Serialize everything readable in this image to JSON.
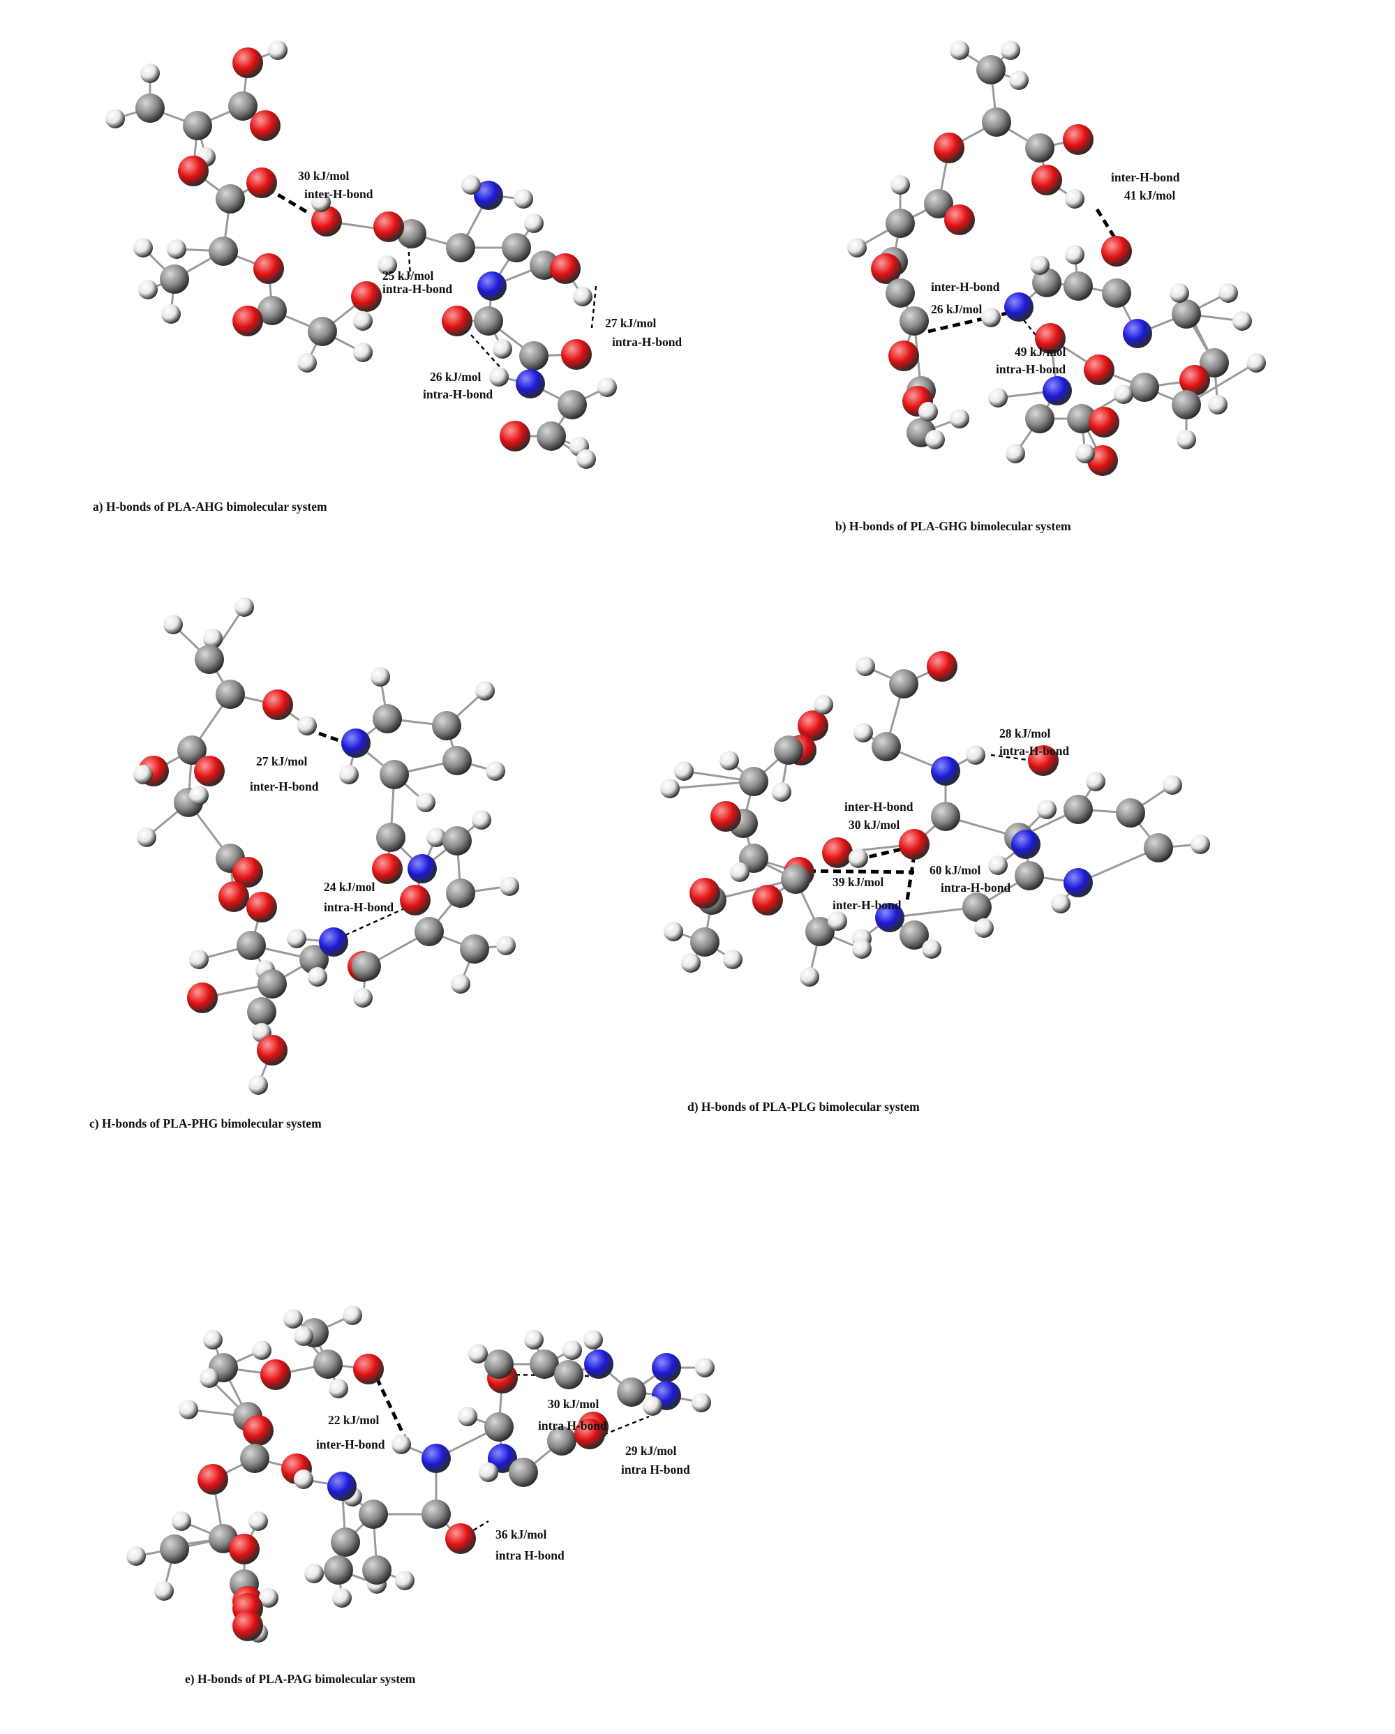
{
  "colors": {
    "carbon": "#8a8a8a",
    "oxygen": "#e01010",
    "nitrogen": "#1a1ad6",
    "hydrogen": "#e6e6e6",
    "hbond": "#000000"
  },
  "panels": [
    {
      "id": "a",
      "caption": "a)  H-bonds of PLA-AHG bimolecular system",
      "labels": [
        [
          "30 kJ/mol",
          "inter-H-bond"
        ],
        [
          "25 kJ/mol",
          "intra-H-bond"
        ],
        [
          "27 kJ/mol",
          "intra-H-bond"
        ],
        [
          "26 kJ/mol",
          "intra-H-bond"
        ]
      ]
    },
    {
      "id": "b",
      "caption": "b)  H-bonds of PLA-GHG bimolecular system",
      "labels": [
        [
          "inter-H-bond",
          "41 kJ/mol"
        ],
        [
          "inter-H-bond",
          "26 kJ/mol"
        ],
        [
          "49 kJ/mol",
          "intra-H-bond"
        ]
      ]
    },
    {
      "id": "c",
      "caption": "c)  H-bonds of PLA-PHG bimolecular system",
      "labels": [
        [
          "27 kJ/mol",
          "inter-H-bond"
        ],
        [
          "24 kJ/mol",
          "intra-H-bond"
        ]
      ]
    },
    {
      "id": "d",
      "caption": "d)     H-bonds  of  PLA-PLG bimolecular system",
      "labels": [
        [
          "28 kJ/mol",
          "intra-H-bond"
        ],
        [
          "inter-H-bond",
          "30  kJ/mol"
        ],
        [
          "39 kJ/mol",
          "inter-H-bond"
        ],
        [
          "60 kJ/mol",
          "intra-H-bond"
        ]
      ]
    },
    {
      "id": "e",
      "caption": "e)    H-bonds of PLA-PAG bimolecular system",
      "labels": [
        [
          "22 kJ/mol",
          "inter-H-bond"
        ],
        [
          "30 kJ/mol",
          "intra H-bond"
        ],
        [
          "29 kJ/mol",
          "intra H-bond"
        ],
        [
          "36 kJ/mol",
          "intra  H-bond"
        ]
      ]
    }
  ]
}
